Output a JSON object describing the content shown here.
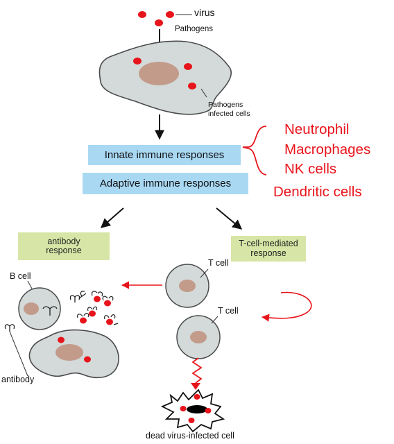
{
  "labels": {
    "virus": "virus",
    "pathogens": "Pathogens",
    "infected_line1": "Pathogens",
    "infected_line2": "infected cells",
    "innate": "Innate immune responses",
    "adaptive": "Adaptive immune responses",
    "antibody_line1": "antibody",
    "antibody_line2": "response",
    "tcell_line1": "T-cell-mediated",
    "tcell_line2": "response",
    "b_cell": "B cell",
    "t_cell_top": "T cell",
    "t_cell_bottom": "T cell",
    "antibody": "antibody",
    "dead_cell": "dead virus-infected cell"
  },
  "innate_cells": [
    "Neutrophil",
    "Macrophages",
    "NK cells"
  ],
  "extra_cell": "Dendritic cells",
  "colors": {
    "virus": "#e8141b",
    "cell_fill": "#d3dad9",
    "nucleus": "#c39b8b",
    "highlight_text": "#e8141b",
    "innate_box": "#a9d8f3",
    "adaptive_box": "#a9d8f3",
    "response_box": "#d7e6a6",
    "flow_arrow": "#e8141b"
  }
}
